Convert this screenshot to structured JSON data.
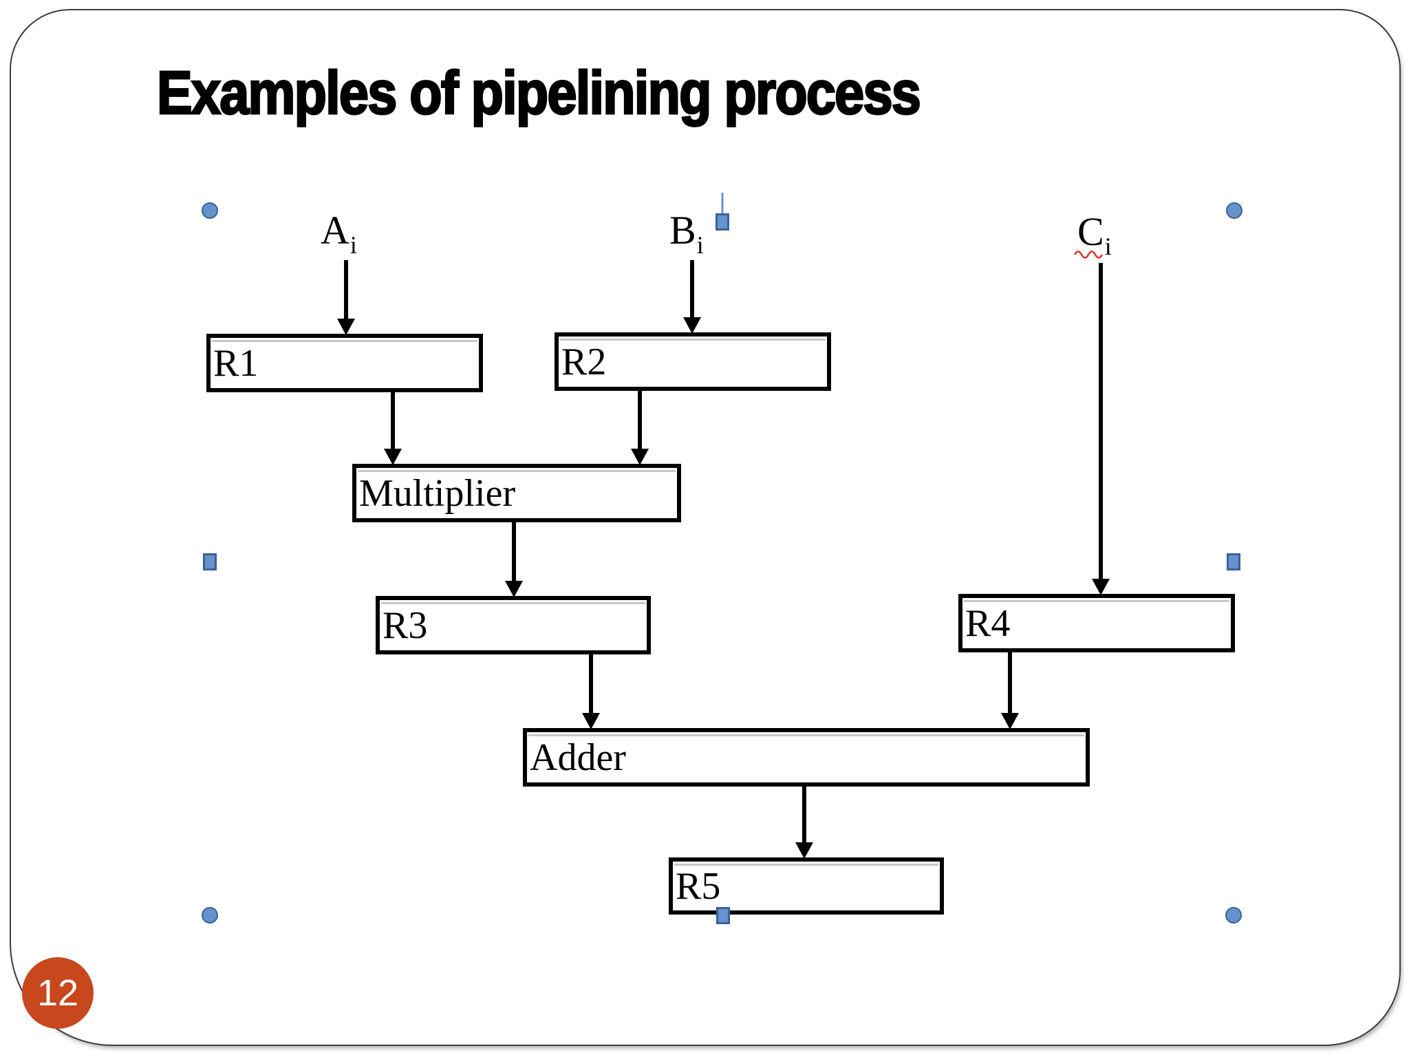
{
  "slide": {
    "title": "Examples of pipelining process",
    "page_number": "12"
  },
  "diagram": {
    "inputs": [
      {
        "main": "A",
        "sub": "i"
      },
      {
        "main": "B",
        "sub": "i"
      },
      {
        "main": "C",
        "sub": "i",
        "spellcheck_underline": true
      }
    ],
    "boxes": [
      {
        "label": "R1"
      },
      {
        "label": "R2"
      },
      {
        "label": "Multiplier"
      },
      {
        "label": "R3"
      },
      {
        "label": "R4"
      },
      {
        "label": "Adder"
      },
      {
        "label": "R5"
      }
    ],
    "arrows": [
      {
        "from": "Ai",
        "to": "R1"
      },
      {
        "from": "Bi",
        "to": "R2"
      },
      {
        "from": "Ci",
        "to": "R4"
      },
      {
        "from": "R1",
        "to": "Multiplier"
      },
      {
        "from": "R2",
        "to": "Multiplier"
      },
      {
        "from": "Multiplier",
        "to": "R3"
      },
      {
        "from": "R3",
        "to": "Adder"
      },
      {
        "from": "R4",
        "to": "Adder"
      },
      {
        "from": "Adder",
        "to": "R5"
      }
    ]
  },
  "selection": {
    "handles": [
      "top-left",
      "top-center",
      "top-right",
      "middle-left",
      "middle-right",
      "bottom-left",
      "bottom-center",
      "bottom-right"
    ],
    "rotation_stem": true,
    "handle_fill": "#6593CE",
    "handle_border": "#3A6098"
  },
  "colors": {
    "ink": "#000000",
    "page_badge": "#C8471D",
    "spellcheck_underline": "#E03030",
    "slide_border": "#3C3C3C"
  }
}
